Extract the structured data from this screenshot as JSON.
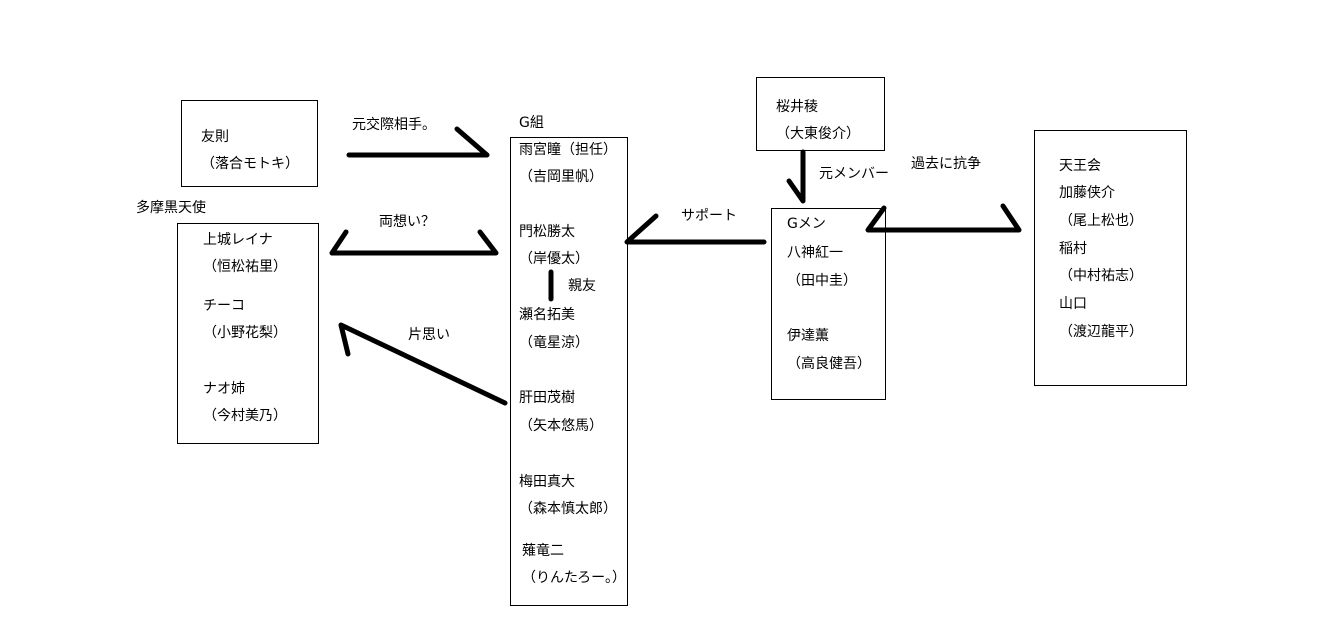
{
  "groups": {
    "tomonori": {
      "name": "友則",
      "actor": "（落合モトキ）"
    },
    "tama": {
      "title": "多摩黒天使",
      "members": [
        {
          "name": "上城レイナ",
          "actor": "（恒松祐里）"
        },
        {
          "name": "チーコ",
          "actor": "（小野花梨）"
        },
        {
          "name": "ナオ姉",
          "actor": "（今村美乃）"
        }
      ]
    },
    "g_class": {
      "title": "G組",
      "members": [
        {
          "name": "雨宮瞳（担任）",
          "actor": "（吉岡里帆）"
        },
        {
          "name": "門松勝太",
          "actor": "（岸優太）"
        },
        {
          "name": "瀬名拓美",
          "actor": "（竜星涼）"
        },
        {
          "name": "肝田茂樹",
          "actor": "（矢本悠馬）"
        },
        {
          "name": "梅田真大",
          "actor": "（森本慎太郎）"
        },
        {
          "name": "薙竜二",
          "actor": "（りんたろー。）"
        }
      ]
    },
    "sakurai": {
      "name": "桜井稜",
      "actor": "（大東俊介）"
    },
    "gmen": {
      "title": "Gメン",
      "members": [
        {
          "name": "八神紅一",
          "actor": "（田中圭）"
        },
        {
          "name": "伊達薫",
          "actor": "（高良健吾）"
        }
      ]
    },
    "tennou": {
      "title": "天王会",
      "members": [
        {
          "name": "加藤侠介",
          "actor": "（尾上松也）"
        },
        {
          "name": "稲村",
          "actor": "（中村祐志）"
        },
        {
          "name": "山口",
          "actor": "（渡辺龍平）"
        }
      ]
    }
  },
  "relations": {
    "ex_partner": "元交際相手。",
    "mutual_love": "両想い？",
    "best_friend": "親友",
    "one_sided_love": "片思い",
    "support": "サポート",
    "former_member": "元メンバー",
    "past_conflict": "過去に抗争"
  }
}
